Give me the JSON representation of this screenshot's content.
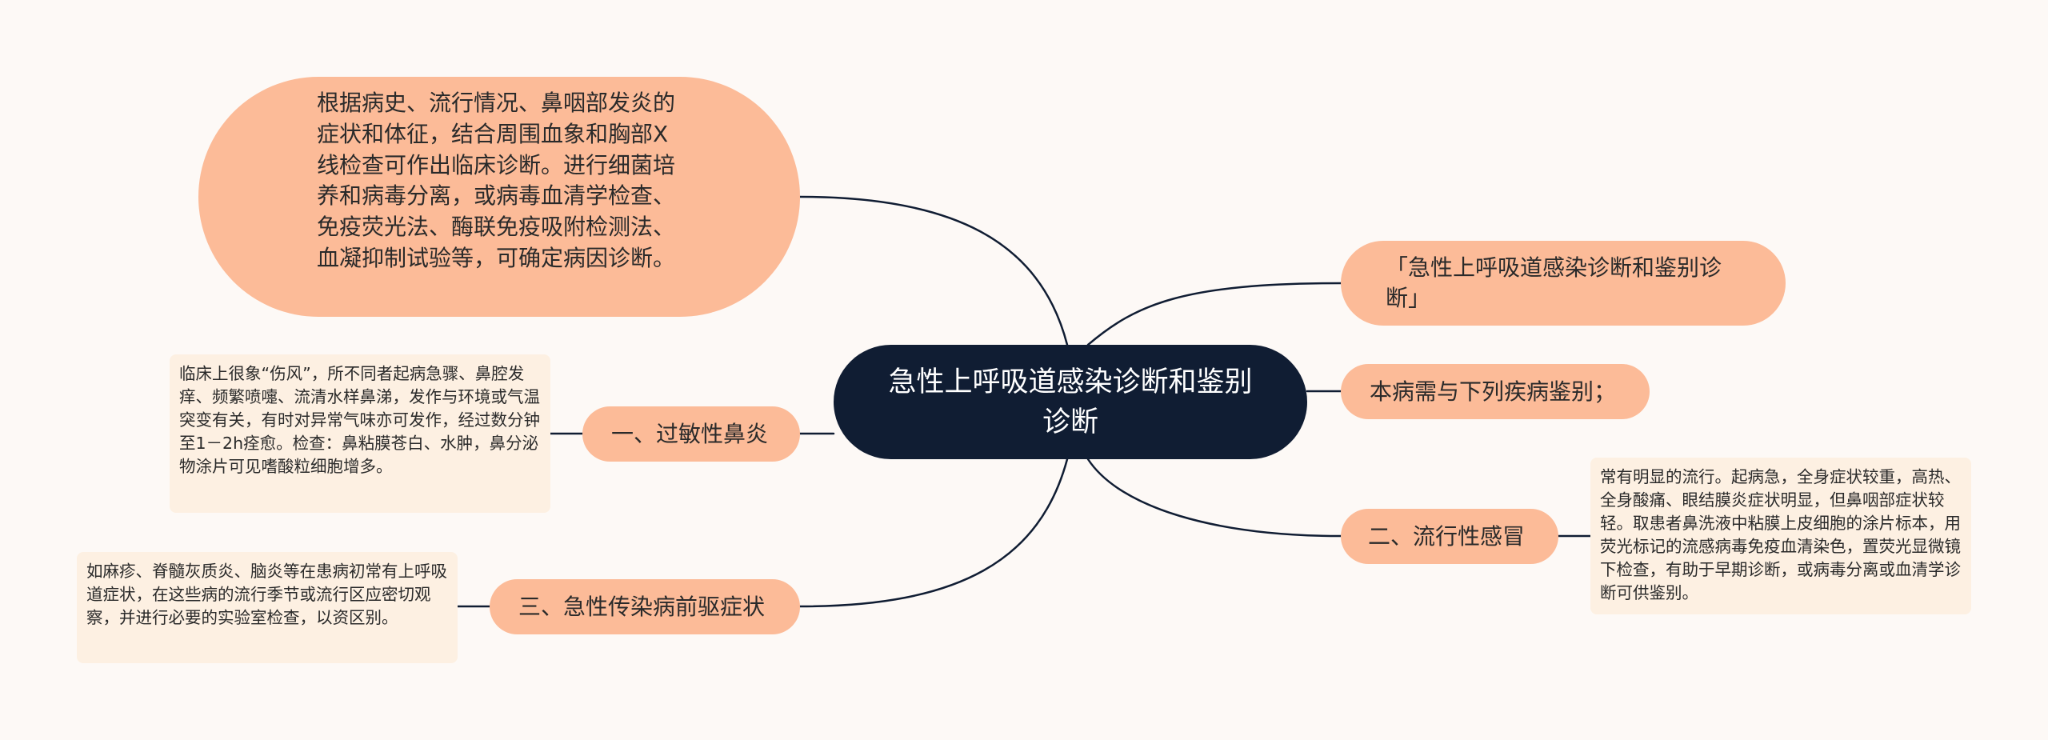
{
  "center": {
    "title": "急性上呼吸道感染诊断和鉴别诊断"
  },
  "top_left": {
    "text": "根据病史、流行情况、鼻咽部发炎的症状和体征，结合周围血象和胸部X线检查可作出临床诊断。进行细菌培养和病毒分离，或病毒血清学检查、免疫荧光法、酶联免疫吸附检测法、血凝抑制试验等，可确定病因诊断。"
  },
  "right": [
    {
      "label": "「急性上呼吸道感染诊断和鉴别诊断」"
    },
    {
      "label": "本病需与下列疾病鉴别；"
    },
    {
      "label": "二、流行性感冒",
      "note": "常有明显的流行。起病急，全身症状较重，高热、全身酸痛、眼结膜炎症状明显，但鼻咽部症状较轻。取患者鼻洗液中粘膜上皮细胞的涂片标本，用荧光标记的流感病毒免疫血清染色，置荧光显微镜下检查，有助于早期诊断，或病毒分离或血清学诊断可供鉴别。"
    }
  ],
  "left": [
    {
      "label": "一、过敏性鼻炎",
      "note": "临床上很象“伤风”，所不同者起病急骤、鼻腔发痒、频繁喷嚏、流清水样鼻涕，发作与环境或气温突变有关，有时对异常气味亦可发作，经过数分钟至1－2h痊愈。检查：鼻粘膜苍白、水肿，鼻分泌物涂片可见嗜酸粒细胞增多。"
    },
    {
      "label": "三、急性传染病前驱症状",
      "note": "如麻疹、脊髓灰质炎、脑炎等在患病初常有上呼吸道症状，在这些病的流行季节或流行区应密切观察，并进行必要的实验室检查，以资区别。"
    }
  ],
  "colors": {
    "center_fill": "#101d33",
    "branch_fill": "#fcbb98",
    "note_fill": "#fdf0e2",
    "line": "#101d33",
    "background": "#fdf9f6"
  }
}
